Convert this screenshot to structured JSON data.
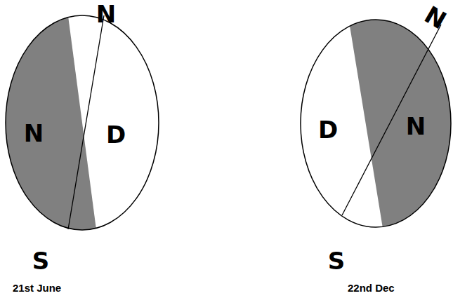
{
  "diagram": {
    "labels": [
      "N",
      "N",
      "D",
      "S",
      "21st June",
      "N",
      "D",
      "N",
      "S",
      "22nd Dec"
    ]
  }
}
